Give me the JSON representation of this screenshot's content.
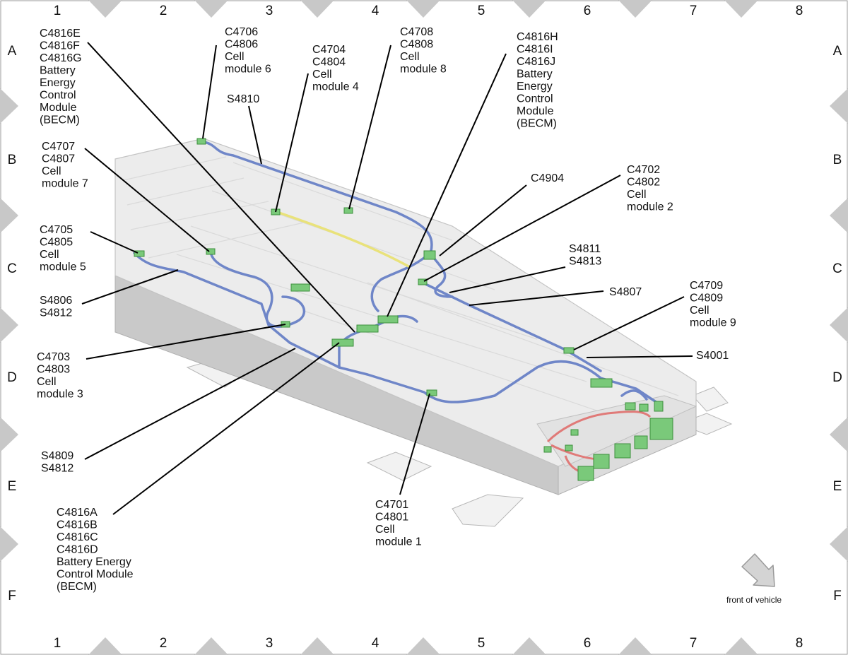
{
  "grid": {
    "columns": [
      "1",
      "2",
      "3",
      "4",
      "5",
      "6",
      "7",
      "8"
    ],
    "rows": [
      "A",
      "B",
      "C",
      "D",
      "E",
      "F"
    ]
  },
  "labels": {
    "becm_efg": [
      "C4816E",
      "C4816F",
      "C4816G",
      "Battery",
      "Energy",
      "Control",
      "Module",
      "(BECM)"
    ],
    "cm6": [
      "C4706",
      "C4806",
      "Cell",
      "module 6"
    ],
    "cm4": [
      "C4704",
      "C4804",
      "Cell",
      "module 4"
    ],
    "cm8": [
      "C4708",
      "C4808",
      "Cell",
      "module 8"
    ],
    "becm_hij": [
      "C4816H",
      "C4816I",
      "C4816J",
      "Battery",
      "Energy",
      "Control",
      "Module",
      "(BECM)"
    ],
    "s4810": [
      "S4810"
    ],
    "cm7": [
      "C4707",
      "C4807",
      "Cell",
      "module 7"
    ],
    "c4904": [
      "C4904"
    ],
    "cm2": [
      "C4702",
      "C4802",
      "Cell",
      "module 2"
    ],
    "cm5": [
      "C4705",
      "C4805",
      "Cell",
      "module 5"
    ],
    "s4811": [
      "S4811",
      "S4813"
    ],
    "s4806": [
      "S4806",
      "S4812"
    ],
    "s4807": [
      "S4807"
    ],
    "cm9": [
      "C4709",
      "C4809",
      "Cell",
      "module 9"
    ],
    "cm3": [
      "C4703",
      "C4803",
      "Cell",
      "module 3"
    ],
    "s4001": [
      "S4001"
    ],
    "s4809": [
      "S4809",
      "S4812"
    ],
    "becm_abcd": [
      "C4816A",
      "C4816B",
      "C4816C",
      "C4816D",
      "Battery Energy",
      "Control Module",
      "(BECM)"
    ],
    "cm1": [
      "C4701",
      "C4801",
      "Cell",
      "module 1"
    ]
  },
  "front_of_vehicle": "front of vehicle",
  "colors": {
    "harness": "#6f86c8",
    "hv_harness": "#e07a78",
    "sense_wire": "#e9e27a",
    "connector": "#7ac97a",
    "frame_marker": "#c8c8c8"
  }
}
